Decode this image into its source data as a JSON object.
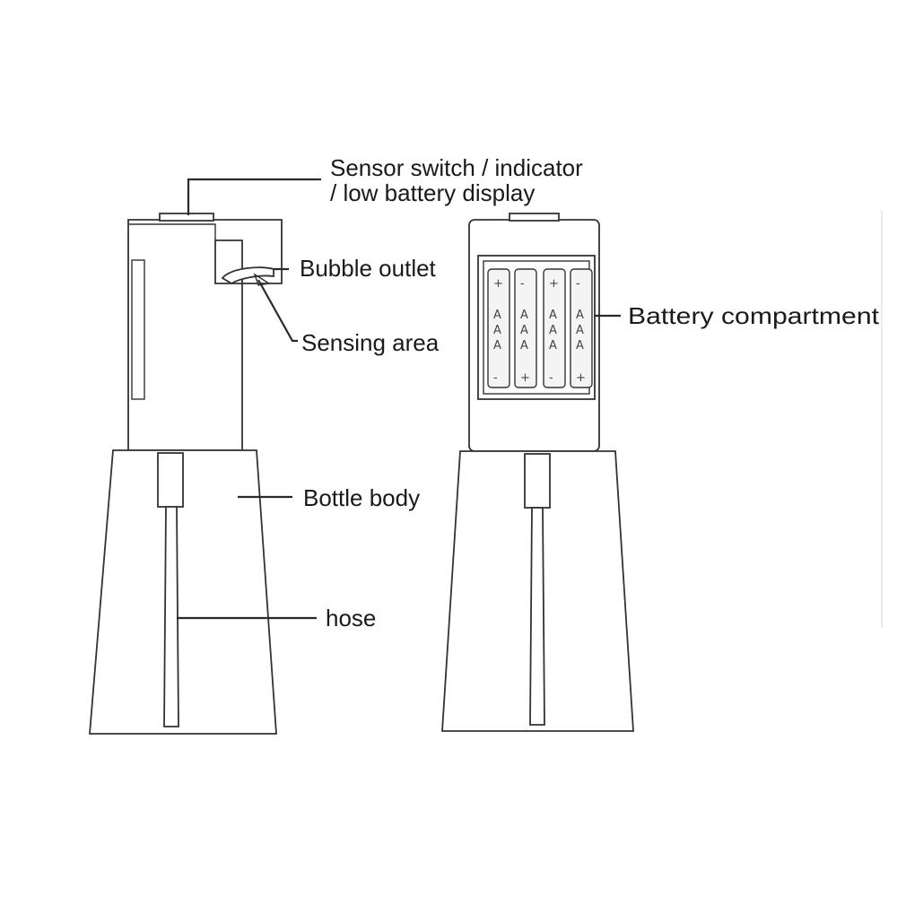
{
  "labels": {
    "sensor_line1": "Sensor switch / indicator",
    "sensor_line2": "/ low battery display",
    "bubble_outlet": "Bubble outlet",
    "sensing_area": "Sensing area",
    "battery_compartment": "Battery compartment",
    "bottle_body": "Bottle body",
    "hose": "hose"
  }
}
